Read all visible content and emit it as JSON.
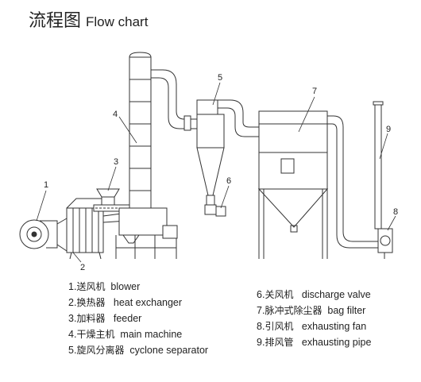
{
  "title": {
    "cn": "流程图",
    "en": "Flow chart"
  },
  "numbers": [
    "1",
    "2",
    "3",
    "4",
    "5",
    "6",
    "7",
    "8",
    "9"
  ],
  "legend_left": [
    {
      "num": "1.",
      "cn": "送风机",
      "en": "blower"
    },
    {
      "num": "2.",
      "cn": "换热器",
      "en": "heat exchanger"
    },
    {
      "num": "3.",
      "cn": "加料器",
      "en": "feeder"
    },
    {
      "num": "4.",
      "cn": "干燥主机",
      "en": "main machine"
    },
    {
      "num": "5.",
      "cn": "旋风分离器",
      "en": "cyclone separator"
    }
  ],
  "legend_right": [
    {
      "num": "6.",
      "cn": "关风机",
      "en": "discharge valve"
    },
    {
      "num": "7.",
      "cn": "脉冲式除尘器",
      "en": "bag filter"
    },
    {
      "num": "8.",
      "cn": "引风机",
      "en": "exhausting fan"
    },
    {
      "num": "9.",
      "cn": "排风管",
      "en": "exhausting pipe"
    }
  ]
}
